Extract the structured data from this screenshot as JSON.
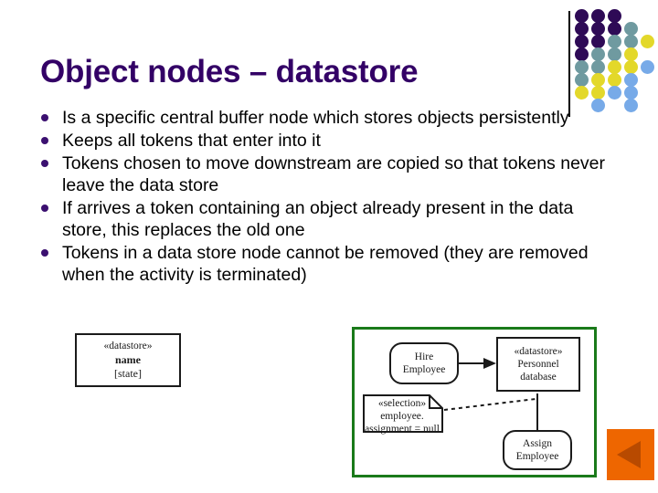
{
  "slide": {
    "title": "Object nodes – datastore",
    "title_color": "#330066",
    "bullet_color": "#3b1070",
    "frame_color": "#1a7a1a",
    "accent_color": "#ee6600",
    "bullets": [
      "Is a specific central buffer node which stores objects persistently",
      "Keeps all tokens that enter into it",
      "Tokens chosen to move downstream are copied so that tokens never leave the data store",
      "If arrives a token containing an object already present in the data store, this replaces the old one",
      "Tokens in a data store node cannot be removed (they are removed when the activity is terminated)"
    ]
  },
  "notation_diagram": {
    "stereotype": "«datastore»",
    "name": "name",
    "state": "[state]"
  },
  "example_diagram": {
    "hire_action": "Hire\nEmployee",
    "hire_action_line1": "Hire",
    "hire_action_line2": "Employee",
    "datastore_stereotype": "«datastore»",
    "datastore_line1": "Personnel",
    "datastore_line2": "database",
    "selection_stereotype": "«selection»",
    "selection_line1": "employee.",
    "selection_line2": "assignment = null",
    "assign_action_line1": "Assign",
    "assign_action_line2": "Employee"
  },
  "dot_grid": {
    "colors": {
      "purple": "#2e0a56",
      "teal": "#6f9aa0",
      "yellow": "#e3d82a",
      "blue": "#77aae8"
    },
    "rows": [
      [
        "purple",
        "purple",
        "purple",
        null,
        null
      ],
      [
        "purple",
        "purple",
        "purple",
        "teal",
        null
      ],
      [
        "purple",
        "purple",
        "teal",
        "teal",
        "yellow"
      ],
      [
        "purple",
        "teal",
        "teal",
        "yellow",
        null
      ],
      [
        "teal",
        "teal",
        "yellow",
        "yellow",
        "blue"
      ],
      [
        "teal",
        "yellow",
        "yellow",
        "blue",
        null
      ],
      [
        "yellow",
        "yellow",
        "blue",
        "blue",
        null
      ],
      [
        null,
        "blue",
        null,
        "blue",
        null
      ]
    ]
  },
  "nav": {
    "back_label": "back-triangle"
  }
}
